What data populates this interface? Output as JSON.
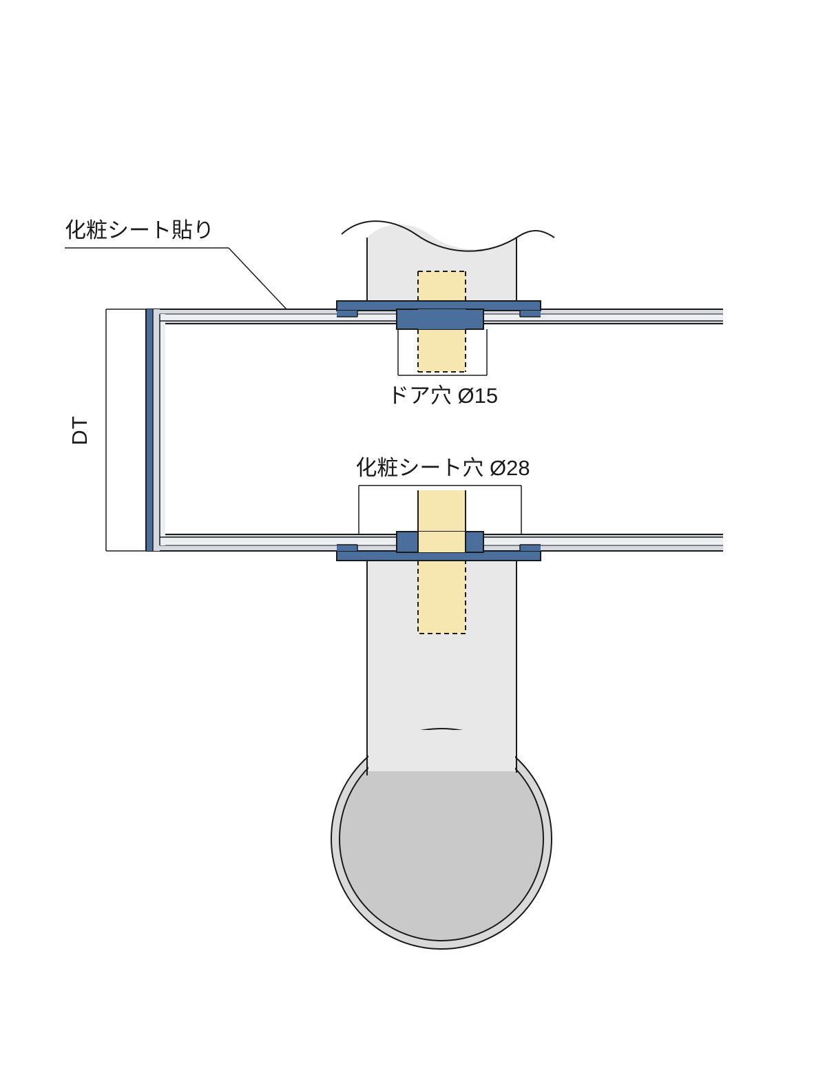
{
  "drawing": {
    "title_labels": {
      "sheet_finish": "化粧シート貼り",
      "door_hole": "ドア穴 Ø15",
      "sheet_hole": "化粧シート穴 Ø28",
      "thickness": "DT"
    },
    "colors": {
      "outline": "#1a1a1a",
      "metal_blue": "#4a6f9c",
      "metal_blue_dark": "#3c5f8a",
      "panel_fill": "#d6dae0",
      "panel_light": "#eceef1",
      "core_fill": "#e8e8e8",
      "brass_fill": "#f6e6b0",
      "knob_fill": "#c9c9c9",
      "knob_ring": "#d9d9d9",
      "background": "#ffffff"
    },
    "dimensions": {
      "door_hole_diameter": "Ø15",
      "sheet_hole_diameter": "Ø28",
      "door_thickness_symbol": "DT"
    },
    "annotations": [
      {
        "name": "sheet-finish-leader",
        "text": "化粧シート貼り"
      },
      {
        "name": "door-hole-dimension",
        "text": "ドア穴 Ø15"
      },
      {
        "name": "sheet-hole-dimension",
        "text": "化粧シート穴 Ø28"
      },
      {
        "name": "door-thickness-dimension",
        "text": "DT"
      }
    ]
  }
}
